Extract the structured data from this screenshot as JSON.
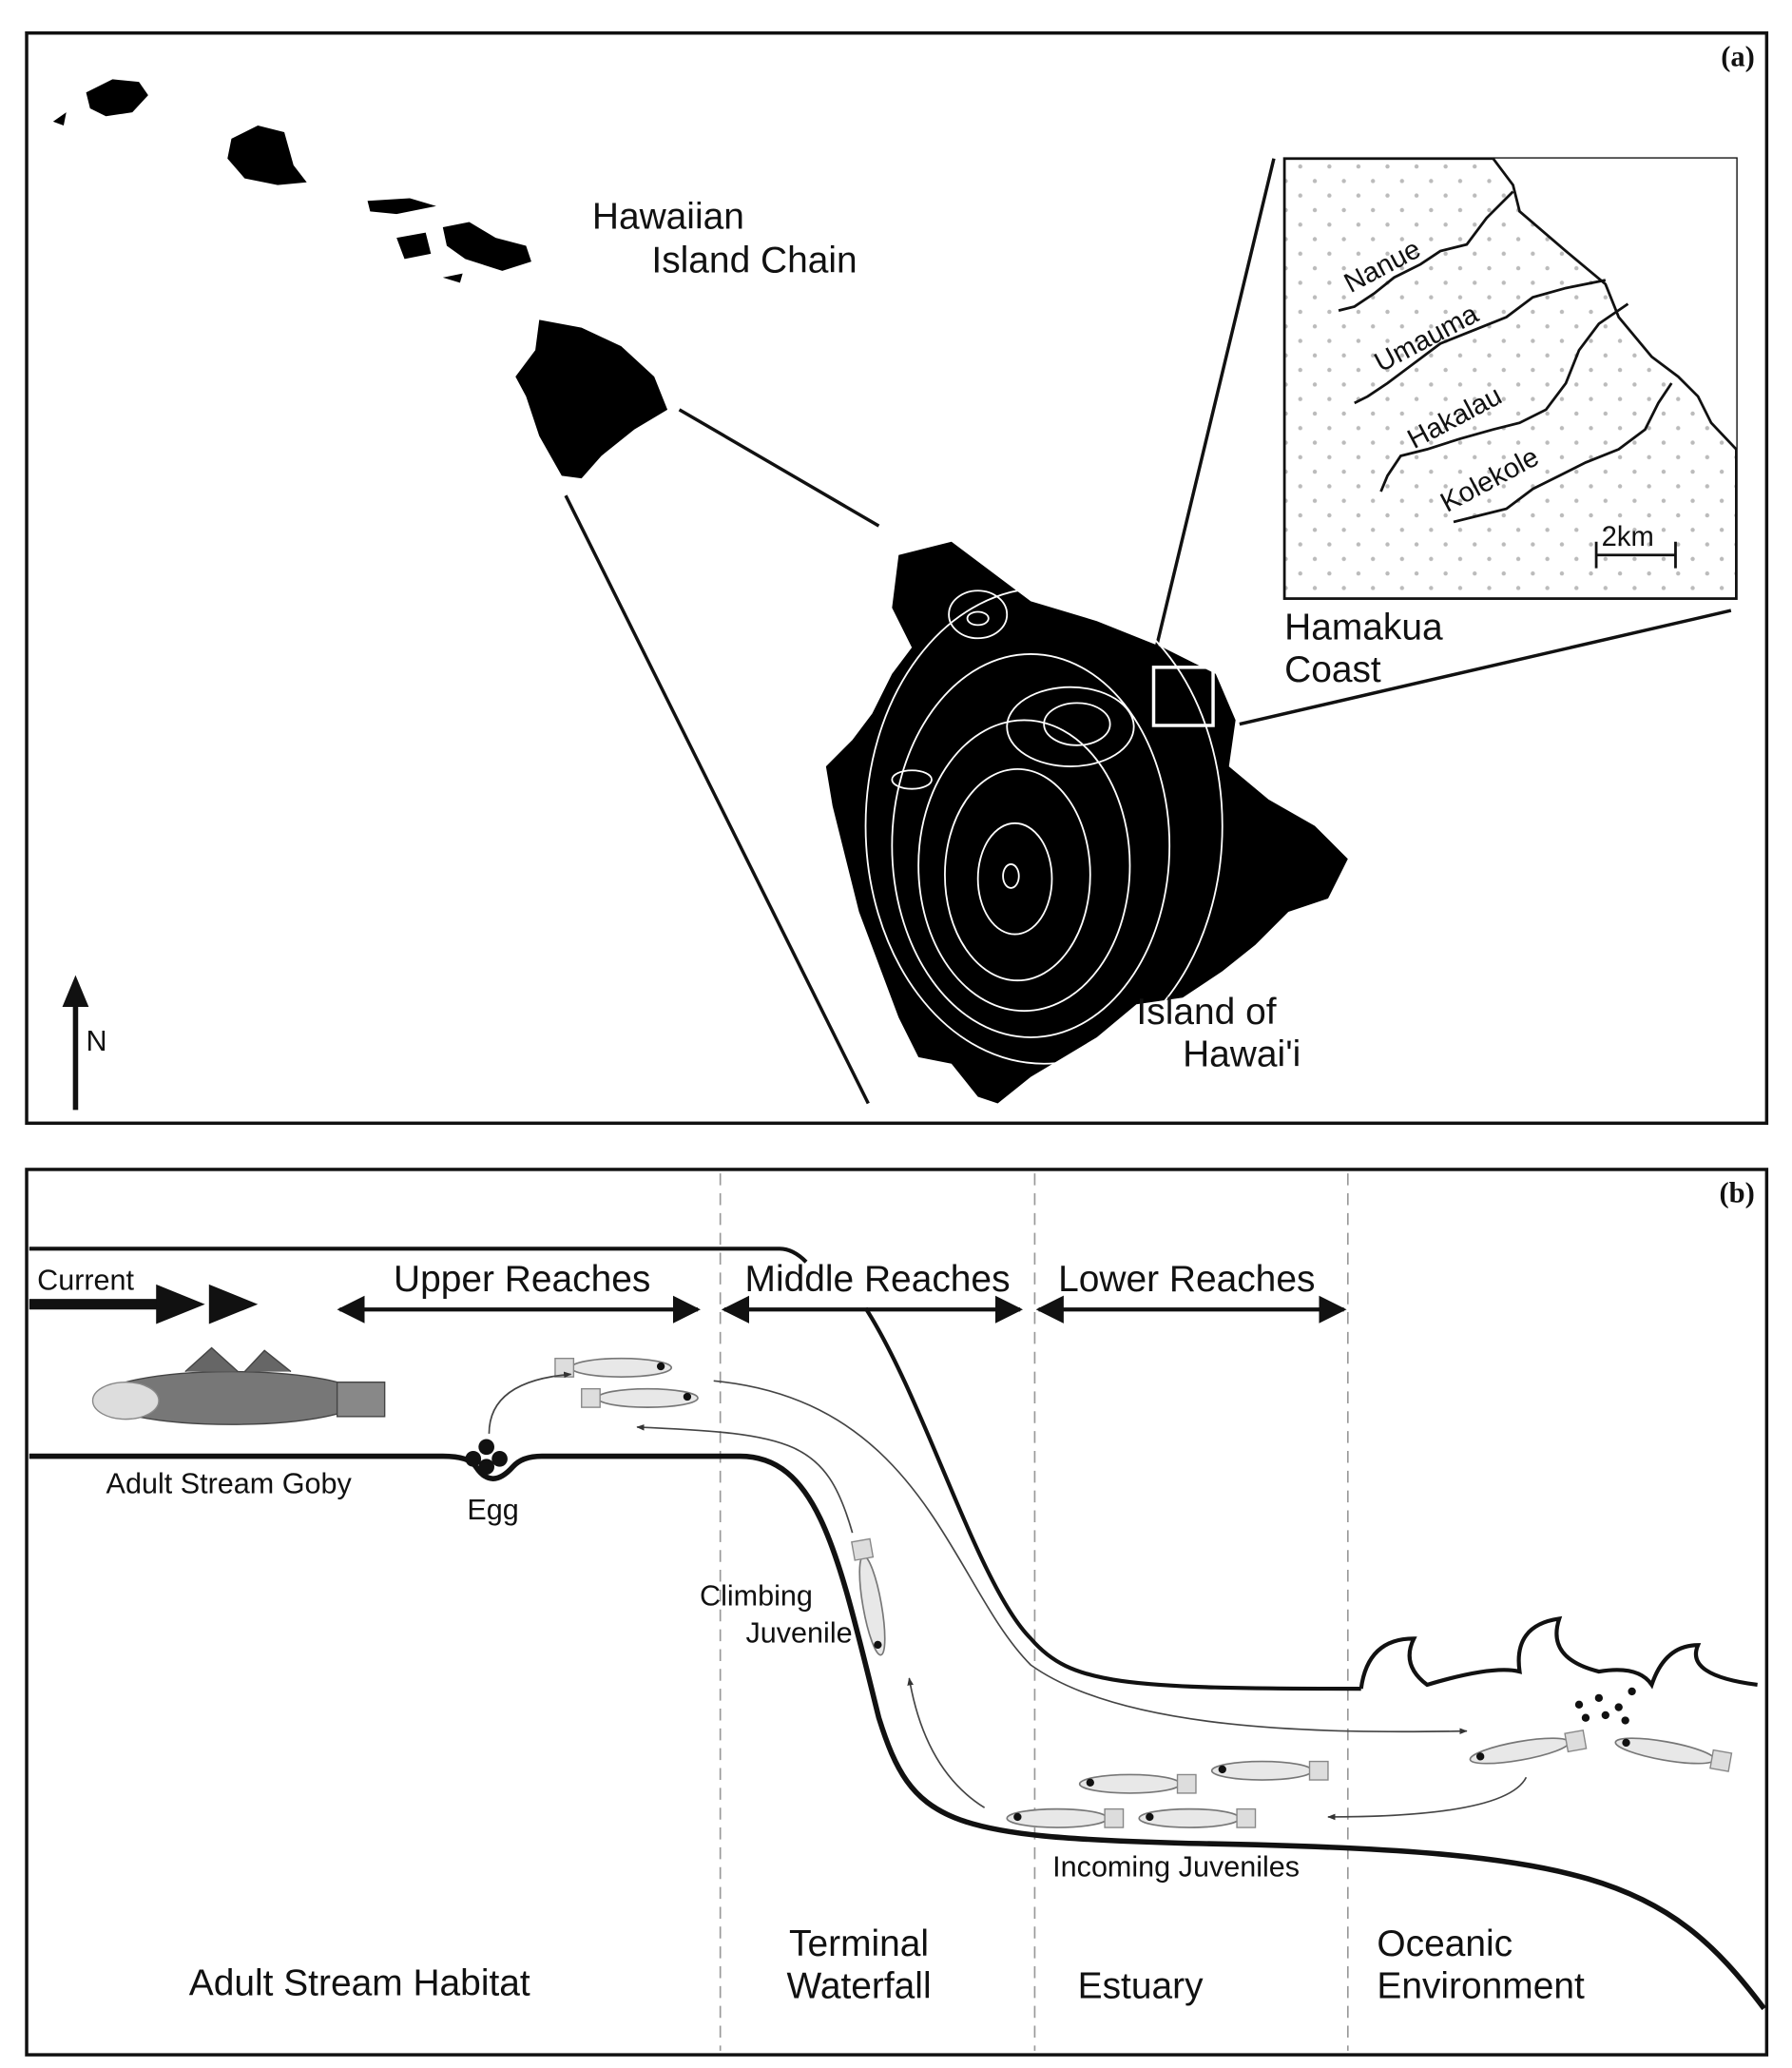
{
  "panel_a": {
    "label": "(a)",
    "chain_title": [
      "Hawaiian",
      "Island Chain"
    ],
    "island_title": [
      "Island of",
      "Hawai'i"
    ],
    "coast_title": [
      "Hamakua",
      "Coast"
    ],
    "north_label": "N",
    "rivers": [
      "Nanue",
      "Umauma",
      "Hakalau",
      "Kolekole"
    ],
    "scale_label": "2km"
  },
  "panel_b": {
    "label": "(b)",
    "current_label": "Current",
    "reaches": [
      "Upper Reaches",
      "Middle Reaches",
      "Lower Reaches"
    ],
    "organisms": {
      "adult": "Adult Stream Goby",
      "egg": "Egg",
      "climbing": [
        "Climbing",
        "Juvenile"
      ],
      "incoming": "Incoming Juveniles"
    },
    "habitats": {
      "adult_stream": "Adult Stream Habitat",
      "waterfall": [
        "Terminal",
        "Waterfall"
      ],
      "estuary": "Estuary",
      "oceanic": [
        "Oceanic",
        "Environment"
      ]
    }
  }
}
